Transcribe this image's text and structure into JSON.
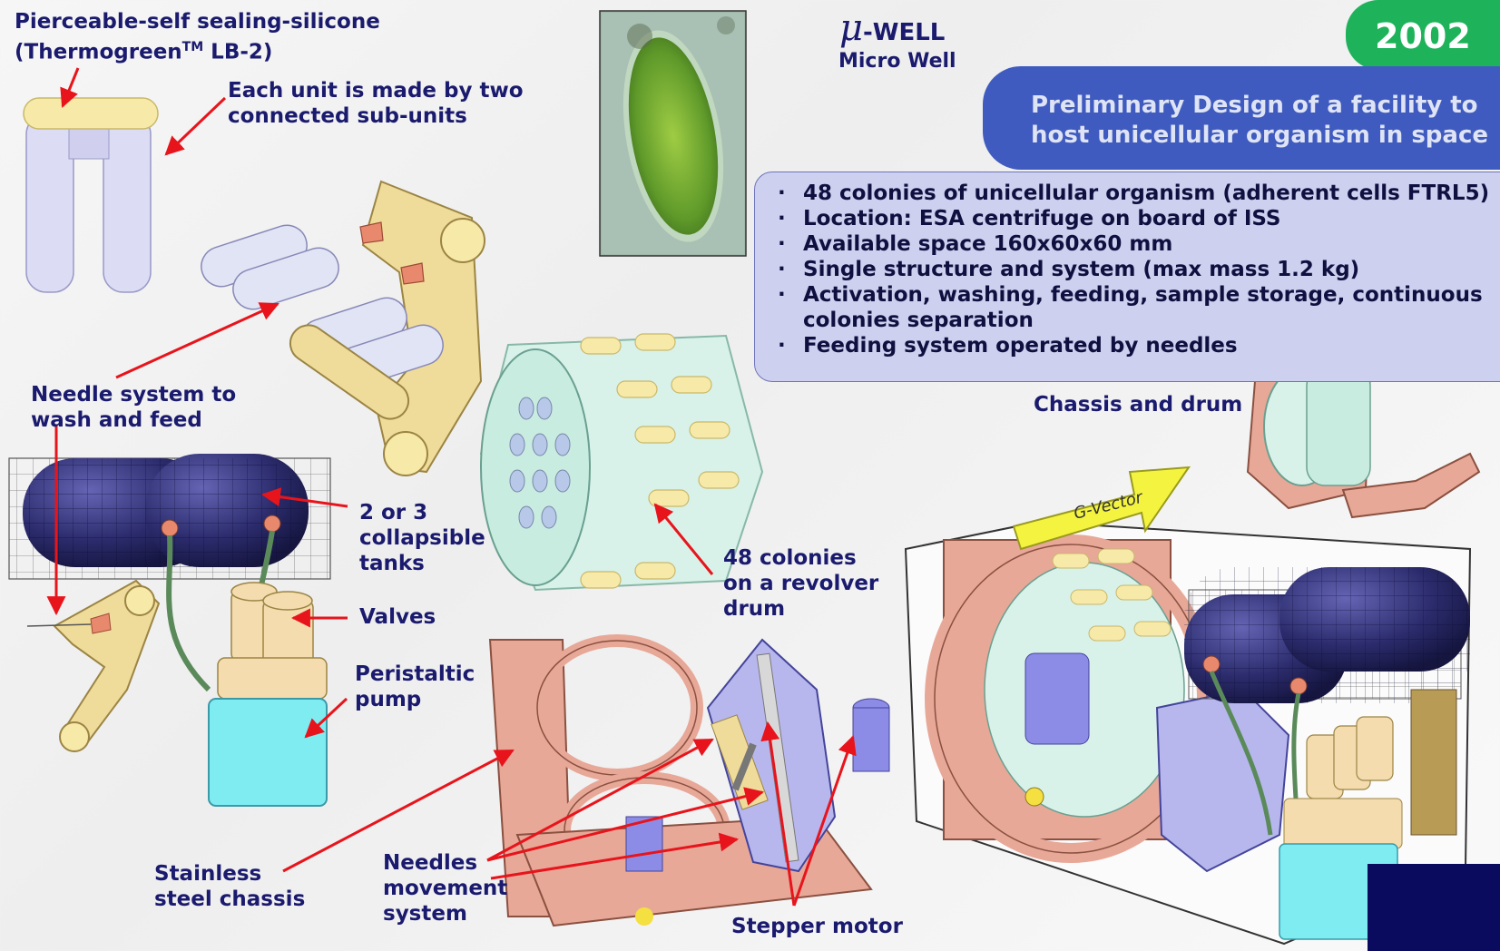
{
  "header": {
    "mu_symbol": "μ",
    "title_suffix": "-WELL",
    "subtitle": "Micro Well",
    "year": "2002",
    "banner_line1": "Preliminary Design of a facility to",
    "banner_line2": "host unicellular organism in space"
  },
  "bullets": [
    "48 colonies of unicellular organism (adherent cells FTRL5)",
    "Location: ESA centrifuge  on board of ISS",
    "Available space 160x60x60 mm",
    "Single structure and system (max mass 1.2 kg)",
    "Activation, washing, feeding, sample storage, continuous colonies separation",
    "Feeding system operated by needles"
  ],
  "labels": {
    "silicone_line1": "Pierceable-self sealing-silicone",
    "silicone_line2_a": "(Thermogreen",
    "silicone_tm": "TM",
    "silicone_line2_b": " LB-2)",
    "unit_line1": "Each unit is made by two",
    "unit_line2": "connected sub-units",
    "needle_line1": "Needle system to",
    "needle_line2": "wash and feed",
    "tanks_line1": "2 or 3",
    "tanks_line2": "collapsible",
    "tanks_line3": "tanks",
    "valves": "Valves",
    "pump_line1": "Peristaltic",
    "pump_line2": "pump",
    "drum_line1": "48 colonies",
    "drum_line2": "on a revolver",
    "drum_line3": "drum",
    "chassis_drum": "Chassis and drum",
    "steel_line1": "Stainless",
    "steel_line2": "steel chassis",
    "needles_move_line1": "Needles",
    "needles_move_line2": "movement",
    "needles_move_line3": "system",
    "stepper": "Stepper motor",
    "gvector": "G-Vector"
  },
  "colors": {
    "label_text": "#1a1a6e",
    "arrow": "#e8141c",
    "year_badge": "#1eb35a",
    "banner": "#3f5bbf",
    "info_box": "#cdd0ee",
    "tank": "#2c2c6e",
    "chassis": "#e8a898",
    "drum": "#cfeee6",
    "tube_cap": "#f7e9a8",
    "pump": "#7fecf2",
    "motor": "#8c8ce6"
  }
}
